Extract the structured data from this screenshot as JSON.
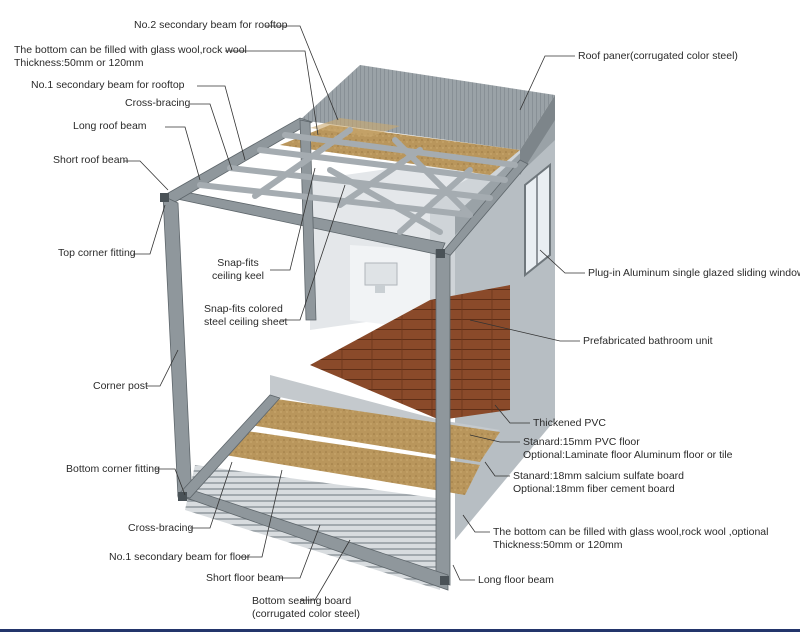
{
  "colors": {
    "frame": "#8f979c",
    "frame_dark": "#5e666b",
    "roof": "#9aa2a7",
    "wood_floor": "#8a4a2a",
    "insulation": "#b9965c",
    "leader": "#333333",
    "rule": "#23356b"
  },
  "labels": {
    "no2_secondary_beam_rooftop": "No.2 secondary beam for rooftop",
    "bottom_fill_top_line1": "The bottom can be filled with glass wool,rock wool",
    "bottom_fill_top_line2": "Thickness:50mm or 120mm",
    "no1_secondary_beam_rooftop": "No.1 secondary beam for rooftop",
    "cross_bracing_top": "Cross-bracing",
    "long_roof_beam": "Long roof beam",
    "short_roof_beam": "Short roof beam",
    "top_corner_fitting": "Top corner fitting",
    "snap_fits_ceiling_keel_line1": "Snap-fits",
    "snap_fits_ceiling_keel_line2": "ceiling keel",
    "snap_fits_colored_line1": "Snap-fits colored",
    "snap_fits_colored_line2": "steel ceiling sheet",
    "corner_post": "Corner post",
    "bottom_corner_fitting": "Bottom corner fitting",
    "cross_bracing_bottom": "Cross-bracing",
    "no1_secondary_beam_floor": "No.1 secondary beam for floor",
    "short_floor_beam": "Short floor beam",
    "bottom_sealing_line1": "Bottom sealing board",
    "bottom_sealing_line2": "(corrugated color steel)",
    "roof_panel": "Roof paner(corrugated color steel)",
    "sliding_window": "Plug-in Aluminum single glazed sliding window",
    "bathroom_unit": "Prefabricated bathroom unit",
    "thickened_pvc": "Thickened PVC",
    "standard_floor_line1": "Stanard:15mm PVC floor",
    "standard_floor_line2": "Optional:Laminate floor Aluminum floor or tile",
    "calcium_board_line1": "Stanard:18mm salcium sulfate board",
    "calcium_board_line2": "Optional:18mm fiber cement board",
    "bottom_fill_line1": "The bottom can be filled with glass wool,rock wool ,optional",
    "bottom_fill_line2": "Thickness:50mm or 120mm",
    "long_floor_beam": "Long floor beam"
  }
}
